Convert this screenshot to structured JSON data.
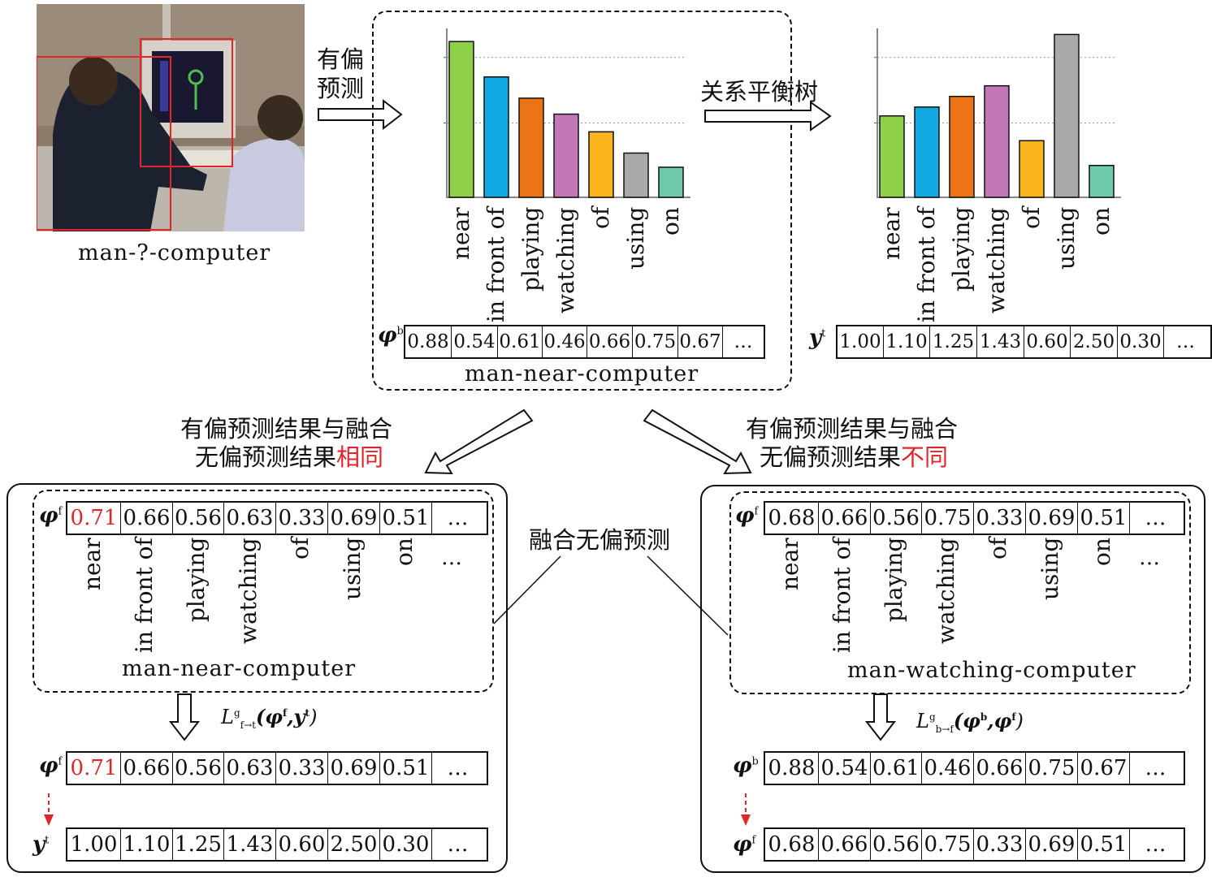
{
  "photo": {
    "caption": "man-?-computer"
  },
  "labels": {
    "biased_prediction_line1": "有偏",
    "biased_prediction_line2": "预测",
    "relation_balance_tree": "关系平衡树",
    "fused_unbiased": "融合无偏预测",
    "same_line1": "有偏预测结果与融合",
    "same_line2_prefix": "无偏预测结果",
    "same_line2_colored": "相同",
    "diff_line1": "有偏预测结果与融合",
    "diff_line2_prefix": "无偏预测结果",
    "diff_line2_colored": "不同",
    "near_caption_top": "man-near-computer",
    "near_caption_left": "man-near-computer",
    "watching_caption_right": "man-watching-computer",
    "ellipsis": "…"
  },
  "row_labels": {
    "phi_b": "φ",
    "phi_b_sup": "b",
    "y_t": "y",
    "y_t_sup": "t",
    "phi_f": "φ",
    "phi_f_sup": "f"
  },
  "loss": {
    "left_L": "L",
    "left_sup": "g",
    "left_sub": "f→t",
    "left_args": "(φ",
    "left_args_sup1": "f",
    "left_mid": ",y",
    "left_args_sup2": "t",
    "left_close": ")",
    "right_L": "L",
    "right_sup": "g",
    "right_sub": "b→f",
    "right_args": "(φ",
    "right_args_sup1": "b",
    "right_mid": ",φ",
    "right_args_sup2": "f",
    "right_close": ")"
  },
  "colors": {
    "near": "#8fcf4a",
    "in_front_of": "#12a9e2",
    "playing": "#ec7416",
    "watching": "#c277b6",
    "of": "#fbb61f",
    "using": "#a9a9a9",
    "on": "#6fcaa9",
    "highlight": "#e0262b"
  },
  "chart_data": [
    {
      "type": "bar",
      "categories": [
        "near",
        "in front of",
        "playing",
        "watching",
        "of",
        "using",
        "on"
      ],
      "values": [
        0.88,
        0.68,
        0.56,
        0.47,
        0.37,
        0.25,
        0.17
      ],
      "ylim": [
        0,
        1
      ],
      "grid": true
    },
    {
      "type": "bar",
      "categories": [
        "near",
        "in front of",
        "playing",
        "watching",
        "of",
        "using",
        "on"
      ],
      "values": [
        0.46,
        0.51,
        0.57,
        0.63,
        0.32,
        0.92,
        0.18
      ],
      "ylim": [
        0,
        1
      ],
      "grid": true
    }
  ],
  "vectors": {
    "phi_b": [
      "0.88",
      "0.54",
      "0.61",
      "0.46",
      "0.66",
      "0.75",
      "0.67",
      "…"
    ],
    "y_t": [
      "1.00",
      "1.10",
      "1.25",
      "1.43",
      "0.60",
      "2.50",
      "0.30",
      "…"
    ],
    "phi_f_left": [
      "0.71",
      "0.66",
      "0.56",
      "0.63",
      "0.33",
      "0.69",
      "0.51",
      "…"
    ],
    "phi_f_right": [
      "0.68",
      "0.66",
      "0.56",
      "0.75",
      "0.33",
      "0.69",
      "0.51",
      "…"
    ],
    "categories_ext": [
      "near",
      "in front of",
      "playing",
      "watching",
      "of",
      "using",
      "on",
      "…"
    ]
  }
}
